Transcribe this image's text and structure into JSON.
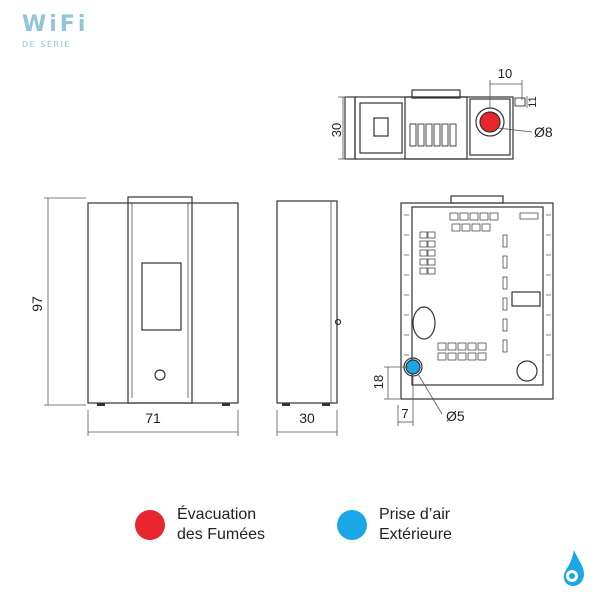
{
  "badge": {
    "title": "WiFi",
    "subtitle": "DE SÉRIE"
  },
  "colors": {
    "accent_wifi": "#8ec5dd",
    "flue": "#e8262d",
    "air_intake": "#1aa7e6",
    "line": "#333333"
  },
  "dimensions": {
    "top_depth": "30",
    "top_offset": "10",
    "top_small": "11",
    "flue_diameter": "Ø8",
    "height": "97",
    "front_width": "71",
    "side_depth": "30",
    "rear_height": "18",
    "rear_offset": "7",
    "air_diameter": "Ø5"
  },
  "legend": {
    "flue": {
      "line1": "Évacuation",
      "line2": "des Fumées",
      "icon": "red-dot"
    },
    "air": {
      "line1": "Prise d’air",
      "line2": "Extérieure",
      "icon": "blue-dot"
    }
  },
  "logo": {
    "icon": "flame-drop-logo"
  }
}
